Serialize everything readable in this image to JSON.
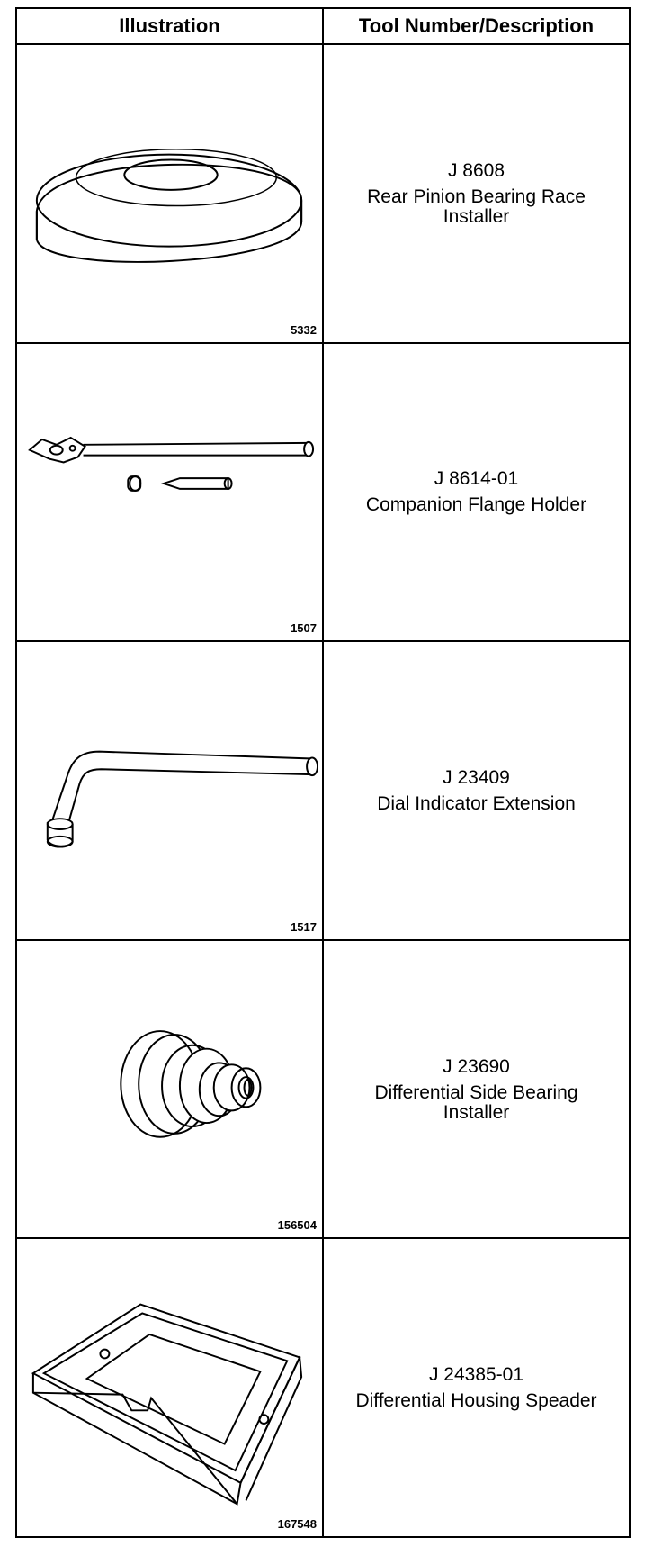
{
  "table": {
    "header": {
      "illustration": "Illustration",
      "description": "Tool Number/Description"
    },
    "rows": [
      {
        "fig": "5332",
        "number": "J 8608",
        "description": "Rear Pinion Bearing Race Installer"
      },
      {
        "fig": "1507",
        "number": "J 8614-01",
        "description": "Companion Flange Holder"
      },
      {
        "fig": "1517",
        "number": "J 23409",
        "description": "Dial Indicator Extension"
      },
      {
        "fig": "156504",
        "number": "J 23690",
        "description": "Differential Side Bearing Installer"
      },
      {
        "fig": "167548",
        "number": "J 24385-01",
        "description": "Differential Housing Speader"
      }
    ]
  }
}
